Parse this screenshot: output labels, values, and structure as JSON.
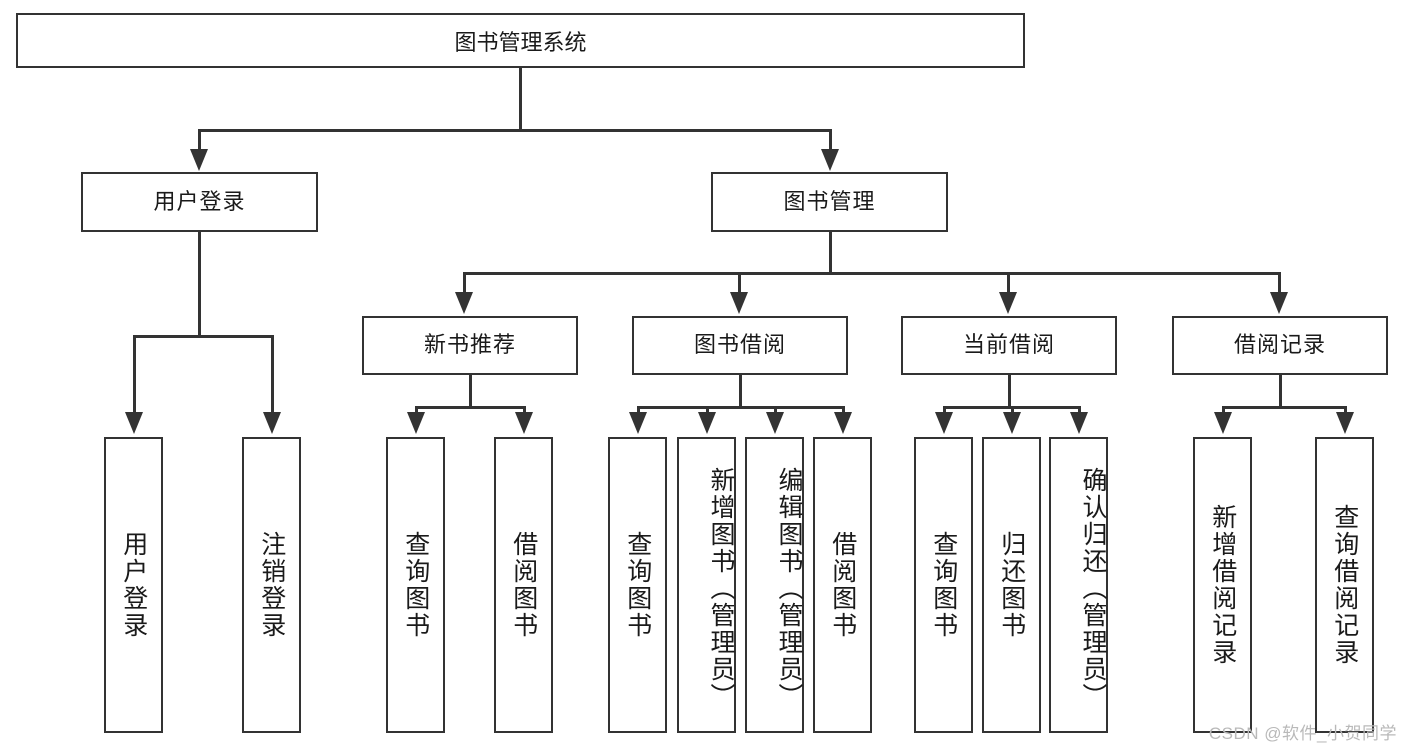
{
  "diagram": {
    "type": "hierarchy-tree",
    "title": "图书管理系统",
    "watermark": "CSDN @软件_小贺同学",
    "colors": {
      "stroke": "#333333",
      "fill": "#ffffff",
      "text": "#1a1a1a",
      "watermark": "#b9b9b9"
    },
    "levels": {
      "root": {
        "label": "图书管理系统"
      },
      "level2": [
        {
          "label": "用户登录"
        },
        {
          "label": "图书管理"
        }
      ],
      "level3": [
        {
          "label": "新书推荐"
        },
        {
          "label": "图书借阅"
        },
        {
          "label": "当前借阅"
        },
        {
          "label": "借阅记录"
        }
      ],
      "leaves": {
        "user_login": [
          {
            "label": "用户登录"
          },
          {
            "label": "注销登录"
          }
        ],
        "new_book_recommend": [
          {
            "label": "查询图书"
          },
          {
            "label": "借阅图书"
          }
        ],
        "book_borrow": [
          {
            "label": "查询图书"
          },
          {
            "label": "新增图书（管理员）"
          },
          {
            "label": "编辑图书（管理员）"
          },
          {
            "label": "借阅图书"
          }
        ],
        "current_borrow": [
          {
            "label": "查询图书"
          },
          {
            "label": "归还图书"
          },
          {
            "label": "确认归还（管理员）"
          }
        ],
        "borrow_record": [
          {
            "label": "新增借阅记录"
          },
          {
            "label": "查询借阅记录"
          }
        ]
      }
    }
  }
}
